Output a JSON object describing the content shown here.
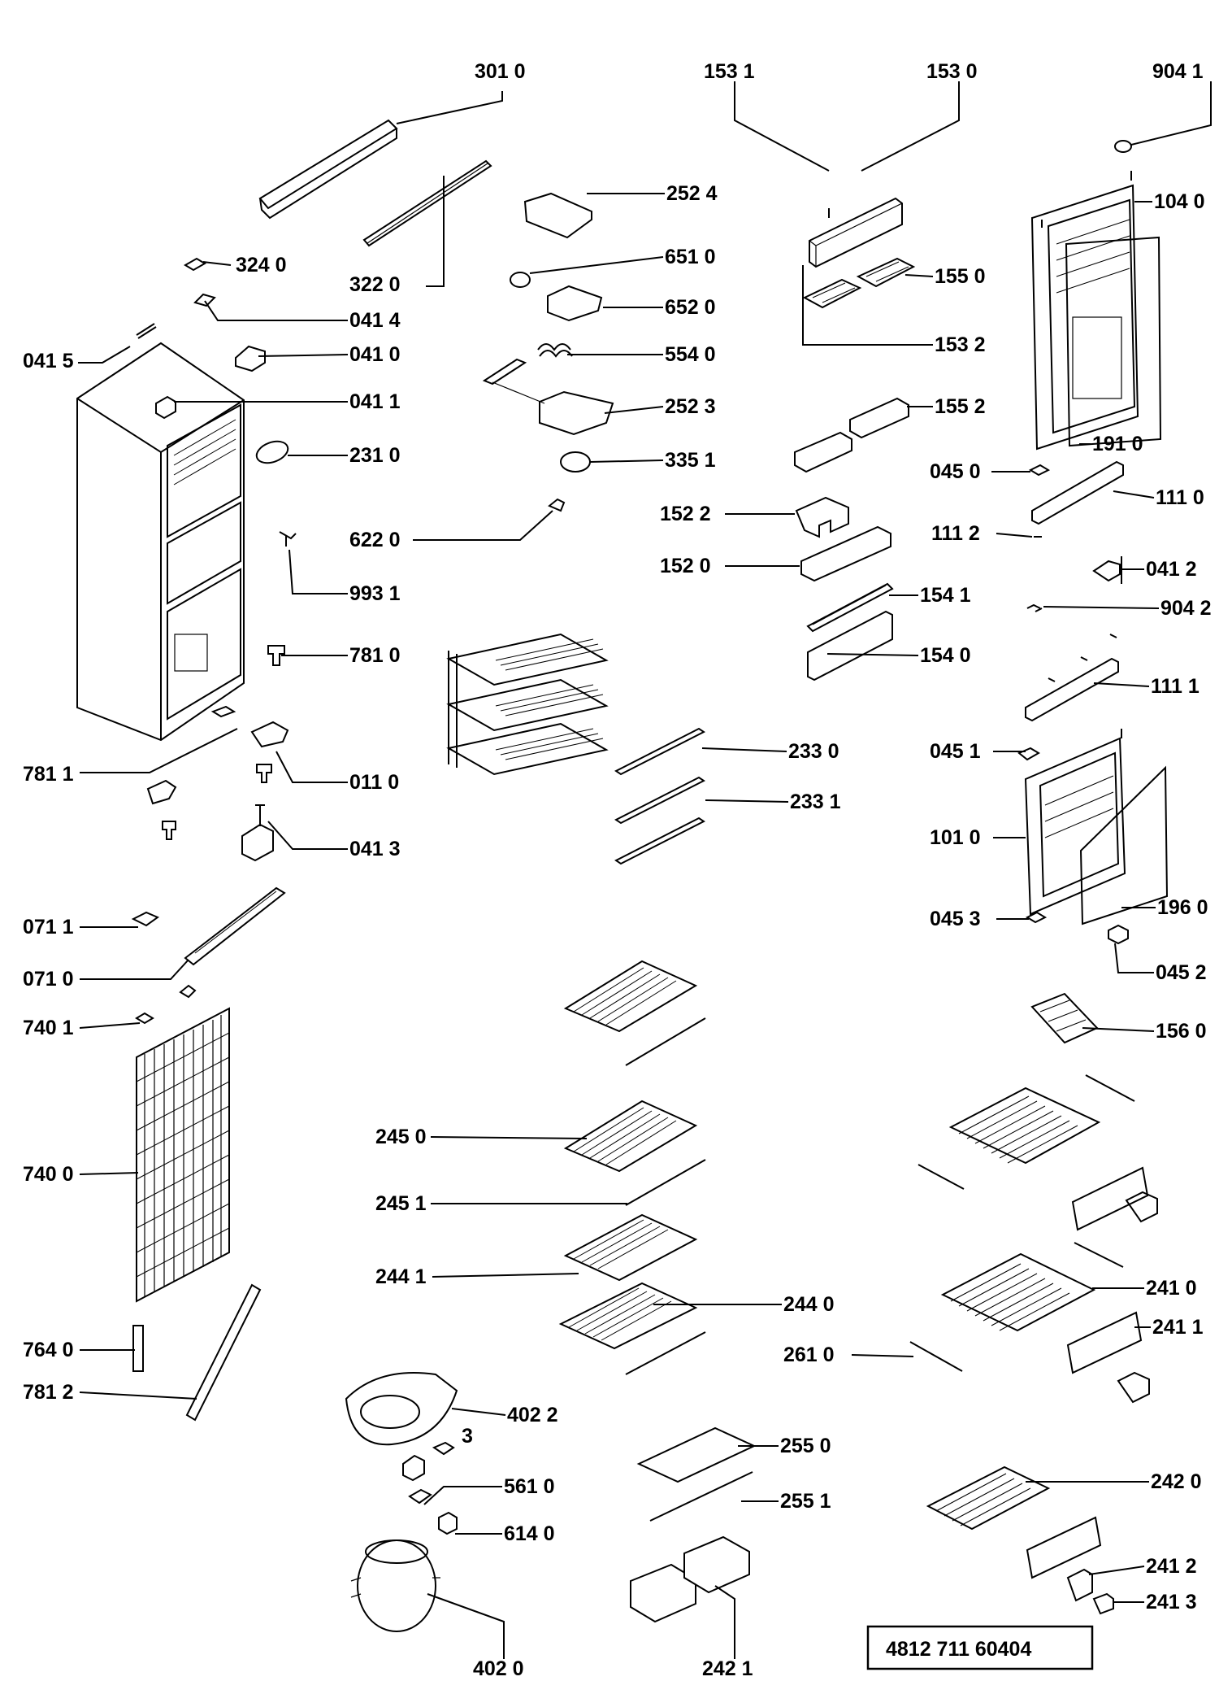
{
  "diagram": {
    "reference_code": "4812 711 60404",
    "stray_label": "3",
    "callouts": [
      {
        "id": "301-0",
        "text": "301 0"
      },
      {
        "id": "153-1",
        "text": "153 1"
      },
      {
        "id": "153-0",
        "text": "153 0"
      },
      {
        "id": "904-1",
        "text": "904 1"
      },
      {
        "id": "252-4",
        "text": "252 4"
      },
      {
        "id": "104-0",
        "text": "104 0"
      },
      {
        "id": "324-0",
        "text": "324 0"
      },
      {
        "id": "322-0",
        "text": "322 0"
      },
      {
        "id": "651-0",
        "text": "651 0"
      },
      {
        "id": "155-0",
        "text": "155 0"
      },
      {
        "id": "652-0",
        "text": "652 0"
      },
      {
        "id": "041-4",
        "text": "041 4"
      },
      {
        "id": "041-5",
        "text": "041 5"
      },
      {
        "id": "041-0",
        "text": "041 0"
      },
      {
        "id": "554-0",
        "text": "554 0"
      },
      {
        "id": "153-2",
        "text": "153 2"
      },
      {
        "id": "041-1",
        "text": "041 1"
      },
      {
        "id": "252-3",
        "text": "252 3"
      },
      {
        "id": "155-2",
        "text": "155 2"
      },
      {
        "id": "191-0",
        "text": "191 0"
      },
      {
        "id": "231-0",
        "text": "231 0"
      },
      {
        "id": "335-1",
        "text": "335 1"
      },
      {
        "id": "045-0",
        "text": "045 0"
      },
      {
        "id": "111-0",
        "text": "111 0"
      },
      {
        "id": "152-2",
        "text": "152 2"
      },
      {
        "id": "622-0",
        "text": "622 0"
      },
      {
        "id": "111-2",
        "text": "111 2"
      },
      {
        "id": "152-0",
        "text": "152 0"
      },
      {
        "id": "041-2",
        "text": "041 2"
      },
      {
        "id": "993-1",
        "text": "993 1"
      },
      {
        "id": "154-1",
        "text": "154 1"
      },
      {
        "id": "904-2",
        "text": "904 2"
      },
      {
        "id": "781-0",
        "text": "781 0"
      },
      {
        "id": "154-0",
        "text": "154 0"
      },
      {
        "id": "111-1",
        "text": "111 1"
      },
      {
        "id": "233-0",
        "text": "233 0"
      },
      {
        "id": "045-1",
        "text": "045 1"
      },
      {
        "id": "781-1",
        "text": "781 1"
      },
      {
        "id": "011-0",
        "text": "011 0"
      },
      {
        "id": "233-1",
        "text": "233 1"
      },
      {
        "id": "101-0",
        "text": "101 0"
      },
      {
        "id": "041-3",
        "text": "041 3"
      },
      {
        "id": "071-1",
        "text": "071 1"
      },
      {
        "id": "045-3",
        "text": "045 3"
      },
      {
        "id": "196-0",
        "text": "196 0"
      },
      {
        "id": "071-0",
        "text": "071 0"
      },
      {
        "id": "045-2",
        "text": "045 2"
      },
      {
        "id": "740-1",
        "text": "740 1"
      },
      {
        "id": "156-0",
        "text": "156 0"
      },
      {
        "id": "245-0",
        "text": "245 0"
      },
      {
        "id": "740-0",
        "text": "740 0"
      },
      {
        "id": "245-1",
        "text": "245 1"
      },
      {
        "id": "244-1",
        "text": "244 1"
      },
      {
        "id": "241-0",
        "text": "241 0"
      },
      {
        "id": "244-0",
        "text": "244 0"
      },
      {
        "id": "241-1",
        "text": "241 1"
      },
      {
        "id": "764-0",
        "text": "764 0"
      },
      {
        "id": "261-0",
        "text": "261 0"
      },
      {
        "id": "781-2",
        "text": "781 2"
      },
      {
        "id": "402-2",
        "text": "402 2"
      },
      {
        "id": "255-0",
        "text": "255 0"
      },
      {
        "id": "561-0",
        "text": "561 0"
      },
      {
        "id": "242-0",
        "text": "242 0"
      },
      {
        "id": "255-1",
        "text": "255 1"
      },
      {
        "id": "614-0",
        "text": "614 0"
      },
      {
        "id": "241-2",
        "text": "241 2"
      },
      {
        "id": "241-3",
        "text": "241 3"
      },
      {
        "id": "402-8",
        "text": "402 0"
      },
      {
        "id": "242-1",
        "text": "242 1"
      }
    ]
  }
}
